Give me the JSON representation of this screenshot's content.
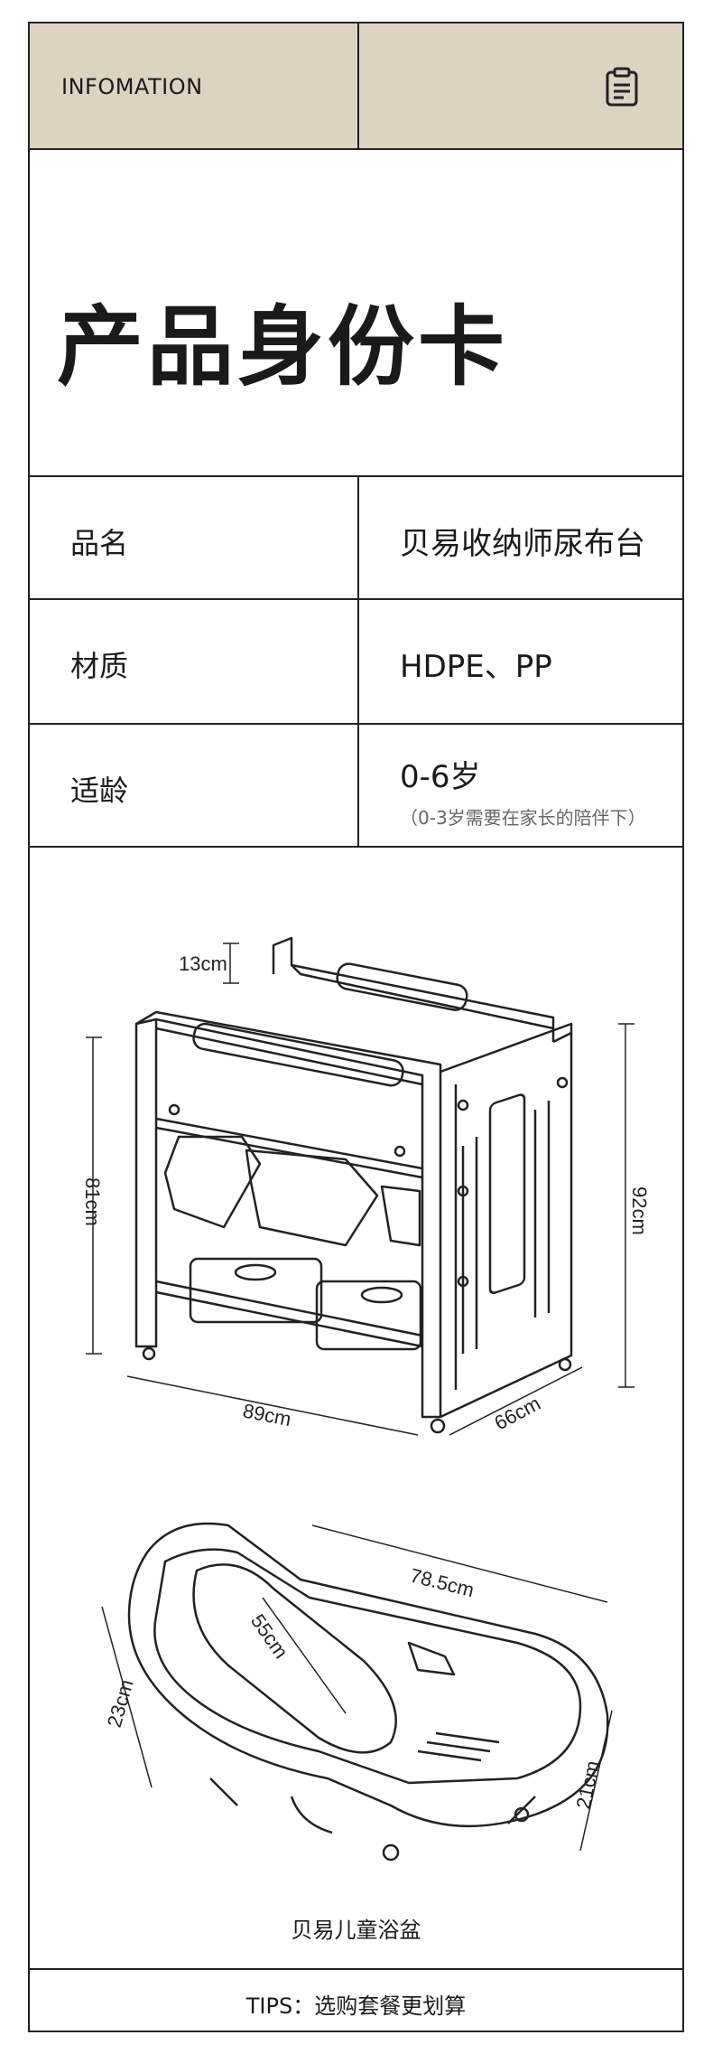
{
  "header": {
    "label": "INFOMATION",
    "icon": "clipboard-icon"
  },
  "title": "产品身份卡",
  "info_rows": [
    {
      "key": "品名",
      "value": "贝易收纳师尿布台"
    },
    {
      "key": "材质",
      "value": "HDPE、PP"
    },
    {
      "key": "适龄",
      "value": "0-6岁",
      "note": "（0-3岁需要在家长的陪伴下）"
    }
  ],
  "table_dims": {
    "top": "13cm",
    "height_left": "81cm",
    "height_right": "92cm",
    "width": "89cm",
    "depth": "66cm"
  },
  "tub_dims": {
    "length": "78.5cm",
    "inner": "55cm",
    "height_left": "23cm",
    "height_right": "21cm"
  },
  "tub_caption": "贝易儿童浴盆",
  "footer": {
    "tips": "TIPS：选购套餐更划算"
  },
  "colors": {
    "header_bg": "#dcd3c3",
    "line": "#222222"
  }
}
